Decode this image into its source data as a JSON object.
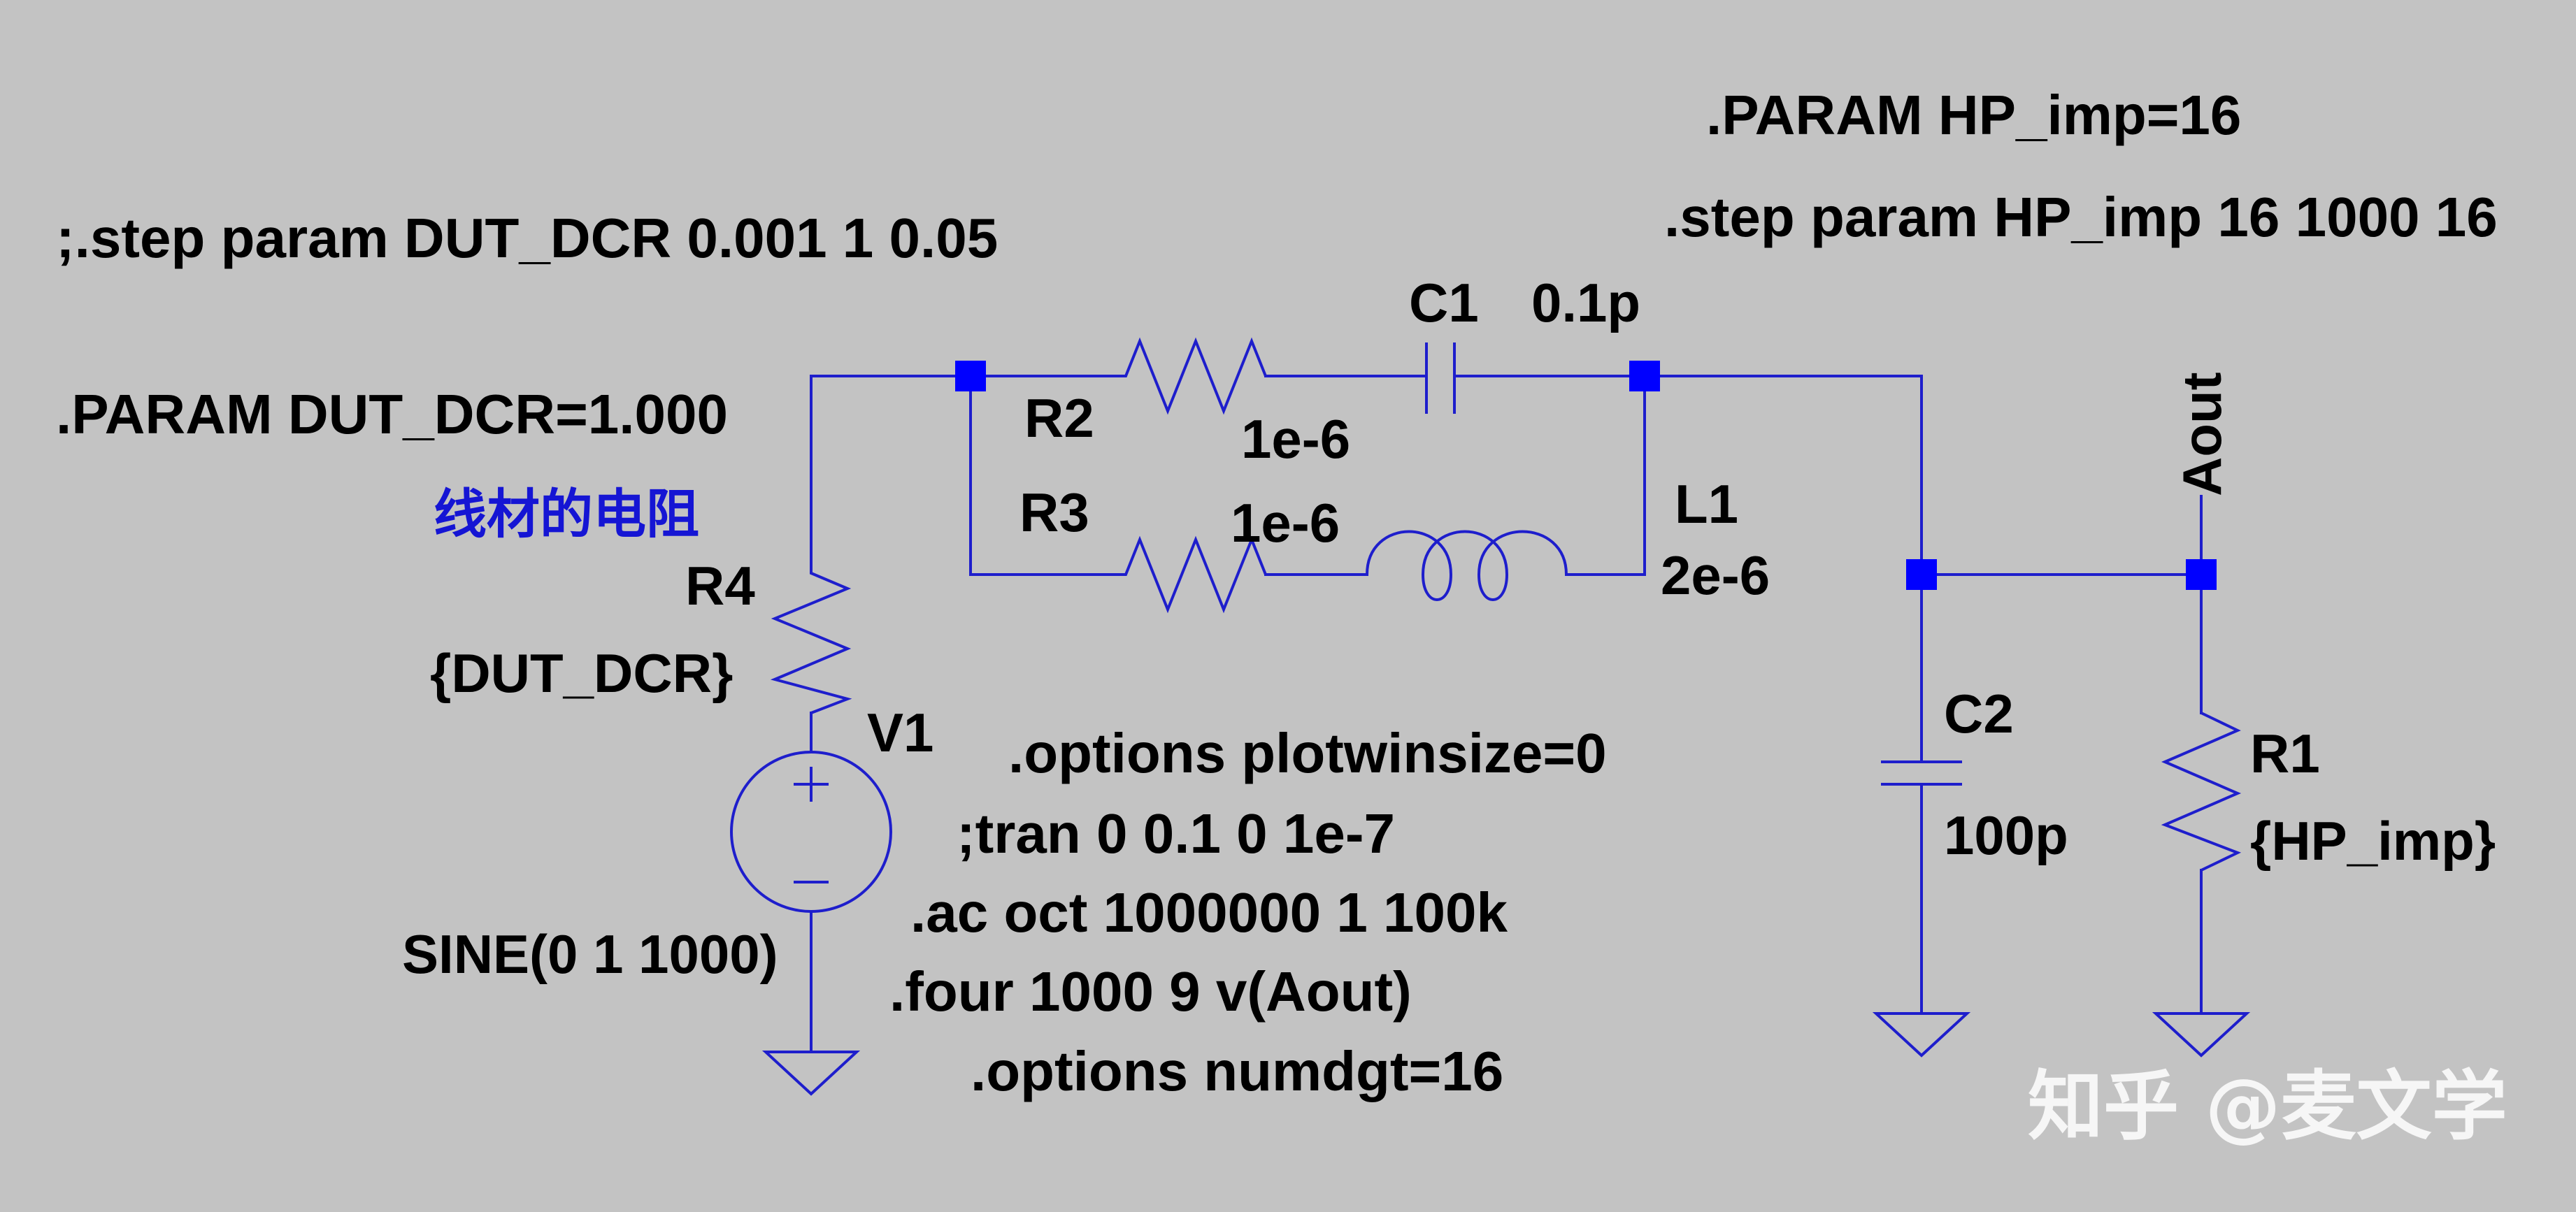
{
  "directives": {
    "step_dut_dcr": ";.step param DUT_DCR 0.001 1 0.05",
    "param_dut_dcr": ".PARAM DUT_DCR=1.000",
    "param_hp_imp": ".PARAM HP_imp=16",
    "step_hp_imp": ".step param HP_imp 16 1000 16",
    "options_plotwinsize": ".options plotwinsize=0",
    "tran": ";tran 0 0.1 0 1e-7",
    "ac": ".ac oct 1000000 1 100k",
    "four": ".four 1000 9 v(Aout)",
    "options_numdgt": ".options numdgt=16"
  },
  "components": {
    "r1": {
      "name": "R1",
      "value": "{HP_imp}"
    },
    "r2": {
      "name": "R2",
      "value": "1e-6"
    },
    "r3": {
      "name": "R3",
      "value": "1e-6"
    },
    "r4": {
      "name": "R4",
      "value": "{DUT_DCR}"
    },
    "c1": {
      "name": "C1",
      "value": "0.1p"
    },
    "c2": {
      "name": "C2",
      "value": "100p"
    },
    "l1": {
      "name": "L1",
      "value": "2e-6"
    },
    "v1": {
      "name": "V1",
      "value": "SINE(0 1 1000)"
    }
  },
  "net_labels": {
    "aout": "Aout"
  },
  "annotations": {
    "wire_resistance": "线材的电阻"
  },
  "watermark": "知乎 @麦文学",
  "colors": {
    "background": "#c3c3c3",
    "wire": "#1e1ecc",
    "junction": "#0000ff",
    "text": "#000000",
    "note": "#1515d4"
  }
}
